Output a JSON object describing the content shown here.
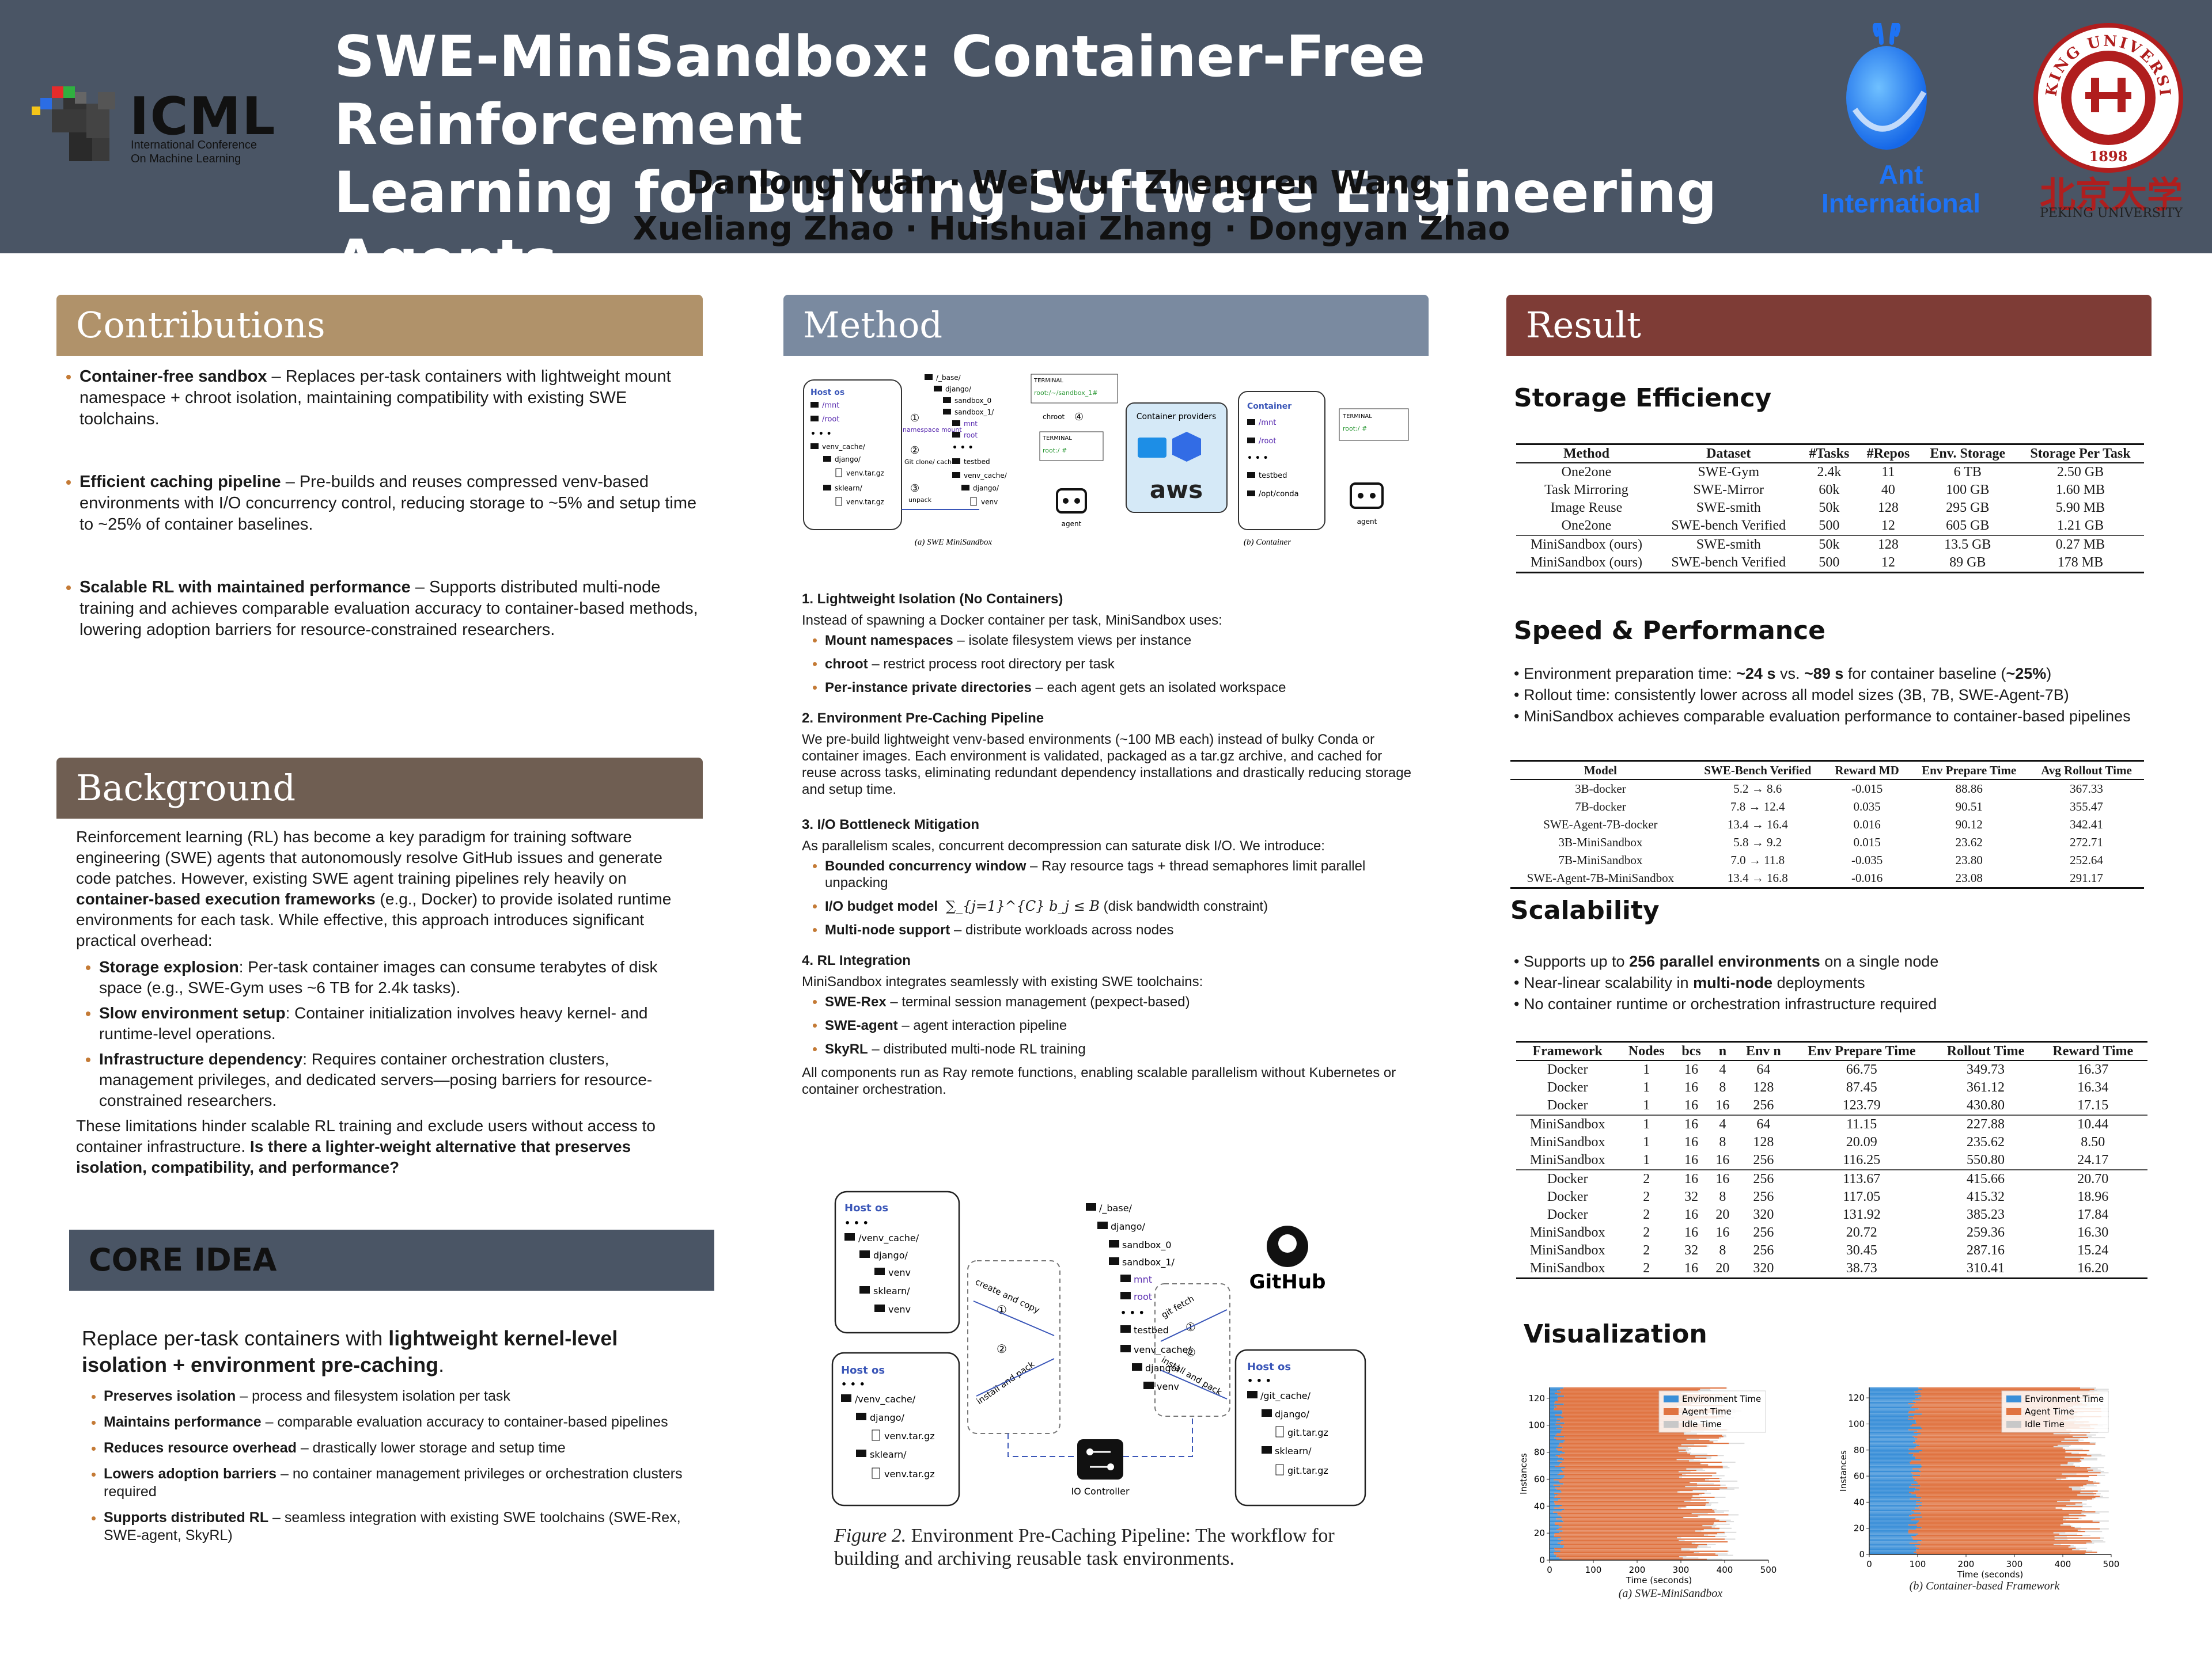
{
  "header": {
    "title_line1": "SWE-MiniSandbox: Container-Free Reinforcement",
    "title_line2": "Learning for Building Software Engineering Agents",
    "authors_line1": "Danlong Yuan · Wei Wu · Zhengren Wang ·",
    "authors_line2": "Xueliang Zhao · Huishuai Zhang · Dongyan Zhao",
    "icml_word": "ICML",
    "icml_sub1": "International Conference",
    "icml_sub2": "On Machine Learning",
    "ant_line1": "Ant",
    "ant_line2": "International",
    "pku_cn": "北京大学",
    "pku_en": "PEKING UNIVERSITY",
    "pku_ring": "PEKING UNIVERSITY",
    "pku_year": "1898",
    "colors": {
      "band": "#4a5565",
      "ant_blue": "#1e73f5",
      "pku_red": "#b01e1e"
    }
  },
  "contributions": {
    "heading": "Contributions",
    "items": [
      {
        "bold": "Container-free sandbox",
        "text": " – Replaces per-task containers with lightweight mount namespace + chroot isolation, maintaining compatibility with existing SWE toolchains."
      },
      {
        "bold": "Efficient caching pipeline",
        "text": " – Pre-builds and reuses compressed venv-based environments with I/O concurrency control, reducing storage to ~5% and setup time to ~25% of container baselines."
      },
      {
        "bold": "Scalable RL with maintained performance",
        "text": " – Supports distributed multi-node training and achieves comparable evaluation accuracy to container-based methods, lowering adoption barriers for resource-constrained researchers."
      }
    ]
  },
  "background": {
    "heading": "Background",
    "p1_a": "Reinforcement learning (RL) has become a key paradigm for training software engineering (SWE) agents that autonomously resolve GitHub issues and generate code patches. However, existing SWE agent training pipelines rely heavily on ",
    "p1_b": "container-based execution frameworks",
    "p1_c": " (e.g., Docker) to provide isolated runtime environments for each task. While effective, this approach introduces significant practical overhead:",
    "items": [
      {
        "bold": "Storage explosion",
        "text": ": Per-task container images can consume terabytes of disk space (e.g., SWE-Gym uses ~6 TB for 2.4k tasks)."
      },
      {
        "bold": "Slow environment setup",
        "text": ": Container initialization involves heavy kernel- and runtime-level operations."
      },
      {
        "bold": "Infrastructure dependency",
        "text": ": Requires container orchestration clusters, management privileges, and dedicated servers—posing barriers for resource-constrained researchers."
      }
    ],
    "p2_a": "These limitations hinder scalable RL training and exclude users without access to container infrastructure. ",
    "p2_b": "Is there a lighter-weight alternative that preserves isolation, compatibility, and performance?"
  },
  "core": {
    "heading": "CORE IDEA",
    "lead_a": "Replace per-task containers with ",
    "lead_b": "lightweight kernel-level isolation + environment pre-caching",
    "lead_c": ".",
    "items": [
      {
        "bold": "Preserves isolation",
        "text": " – process and filesystem isolation per task"
      },
      {
        "bold": "Maintains performance",
        "text": " – comparable evaluation accuracy to container-based pipelines"
      },
      {
        "bold": "Reduces resource overhead",
        "text": " – drastically lower storage and setup time"
      },
      {
        "bold": "Lowers adoption barriers",
        "text": " – no container management privileges or orchestration clusters required"
      },
      {
        "bold": "Supports distributed RL",
        "text": " – seamless integration with existing SWE toolchains (SWE-Rex, SWE-agent, SkyRL)"
      }
    ]
  },
  "method": {
    "heading": "Method",
    "fig1": {
      "host_os": "Host os",
      "mnt": "/mnt",
      "root": "/root",
      "dots": "• • •",
      "venv_cache": "venv_cache/",
      "django": "django/",
      "venv_tar": "venv.tar.gz",
      "sklearn": "sklearn/",
      "base": "/_base/",
      "django2": "django/",
      "sandbox0": "sandbox_0",
      "sandbox1": "sandbox_1/",
      "mnt2": "mnt",
      "root2": "root",
      "testbed": "testbed",
      "venv_cache2": "venv_cache/",
      "django3": "django/",
      "venv": "venv",
      "step1": "①",
      "step1_label": "namespace mount",
      "step2": "②",
      "step2_label": "Git clone/ cache",
      "step3": "③",
      "step3_label": "unpack",
      "chroot": "chroot",
      "step4": "④",
      "terminal": "TERMINAL",
      "prompt_sandbox": "root:/~/sandbox_1#",
      "prompt_root": "root:/ #",
      "agent": "agent",
      "container_providers": "Container providers",
      "aws": "aws",
      "container": "Container",
      "c_mnt": "/mnt",
      "c_root": "/root",
      "c_testbed": "testbed",
      "c_opt": "/opt/conda",
      "cap_a": "(a) SWE MiniSandbox",
      "cap_b": "(b) Container"
    },
    "s1_title": "1. Lightweight Isolation (No Containers)",
    "s1_intro": "Instead of spawning a Docker container per task, MiniSandbox uses:",
    "s1_items": [
      {
        "bold": "Mount namespaces",
        "text": " – isolate filesystem views per instance"
      },
      {
        "bold": "chroot",
        "text": " – restrict process root directory per task"
      },
      {
        "bold": "Per-instance private directories",
        "text": " – each agent gets an isolated workspace"
      }
    ],
    "s2_title": "2. Environment Pre-Caching Pipeline",
    "s2_text": "We pre-build lightweight venv-based environments (~100 MB each) instead of bulky Conda or container images. Each environment is validated, packaged as a tar.gz archive, and cached for reuse across tasks, eliminating redundant dependency installations and drastically reducing storage and setup time.",
    "s3_title": "3. I/O Bottleneck Mitigation",
    "s3_intro": "As parallelism scales, concurrent decompression can saturate disk I/O. We introduce:",
    "s3_items": [
      {
        "bold": "Bounded concurrency window",
        "text": " – Ray resource tags + thread semaphores limit parallel unpacking"
      },
      {
        "bold": "I/O budget model",
        "formula": "∑_{j=1}^{C} b_j ≤ B",
        "text": " (disk bandwidth constraint)"
      },
      {
        "bold": "Multi-node support",
        "text": " – distribute workloads across nodes"
      }
    ],
    "s4_title": "4. RL Integration",
    "s4_intro": "MiniSandbox integrates seamlessly with existing SWE toolchains:",
    "s4_items": [
      {
        "bold": "SWE-Rex",
        "text": " – terminal session management (pexpect-based)"
      },
      {
        "bold": "SWE-agent",
        "text": " – agent interaction pipeline"
      },
      {
        "bold": "SkyRL",
        "text": " – distributed multi-node RL training"
      }
    ],
    "s4_outro": "All components run as Ray remote functions, enabling scalable parallelism without Kubernetes or container orchestration.",
    "fig2": {
      "host_os_a": "Host os",
      "venv_cache": "/venv_cache/",
      "django": "django/",
      "venv": "venv",
      "sklearn": "sklearn/",
      "host_os_b": "Host os",
      "django_b": "django/",
      "venv_tar": "venv.tar.gz",
      "sklearn_b": "sklearn/",
      "base": "/_base/",
      "django_c": "django/",
      "sandbox0": "sandbox_0",
      "sandbox1": "sandbox_1/",
      "mnt": "mnt",
      "root": "root",
      "testbed": "testbed",
      "venv_cache_c": "venv_cache/",
      "django_d": "django/",
      "venv_c": "venv",
      "create_copy": "create and copy",
      "install_pack": "install and pack",
      "git_fetch": "git fetch",
      "install_pack2": "install and pack",
      "step1": "①",
      "step2": "②",
      "github": "GitHub",
      "host_os_c": "Host os",
      "git_cache": "/git_cache/",
      "django_e": "django/",
      "git_tar": "git.tar.gz",
      "sklearn_c": "sklearn/",
      "git_tar2": "git.tar.gz",
      "io_controller": "IO Controller",
      "dots": "• • •",
      "caption_lead": "Figure 2.",
      "caption": " Environment Pre-Caching Pipeline: The workflow for building and archiving reusable task environments."
    }
  },
  "result": {
    "heading": "Result",
    "storage": {
      "title": "Storage Efficiency",
      "headers": [
        "Method",
        "Dataset",
        "#Tasks",
        "#Repos",
        "Env. Storage",
        "Storage Per Task"
      ],
      "rows": [
        [
          "One2one",
          "SWE-Gym",
          "2.4k",
          "11",
          "6 TB",
          "2.50 GB"
        ],
        [
          "Task Mirroring",
          "SWE-Mirror",
          "60k",
          "40",
          "100 GB",
          "1.60 MB"
        ],
        [
          "Image Reuse",
          "SWE-smith",
          "50k",
          "128",
          "295 GB",
          "5.90 MB"
        ],
        [
          "One2one",
          "SWE-bench Verified",
          "500",
          "12",
          "605 GB",
          "1.21 GB"
        ],
        [
          "MiniSandbox (ours)",
          "SWE-smith",
          "50k",
          "128",
          "13.5 GB",
          "0.27 MB"
        ],
        [
          "MiniSandbox (ours)",
          "SWE-bench Verified",
          "500",
          "12",
          "89 GB",
          "178 MB"
        ]
      ]
    },
    "speed": {
      "title": "Speed & Performance",
      "b1_a": "• Environment preparation time: ",
      "b1_b": "~24 s",
      "b1_c": " vs. ",
      "b1_d": "~89 s",
      "b1_e": " for container baseline (",
      "b1_f": "~25%",
      "b1_g": ")",
      "b2": "• Rollout time: consistently lower across all model sizes (3B, 7B, SWE-Agent-7B)",
      "b3": "• MiniSandbox achieves comparable evaluation performance to container-based pipelines",
      "headers": [
        "Model",
        "SWE-Bench Verified",
        "Reward MD",
        "Env Prepare Time",
        "Avg Rollout Time"
      ],
      "rows": [
        [
          "3B-docker",
          "5.2 → 8.6",
          "-0.015",
          "88.86",
          "367.33"
        ],
        [
          "7B-docker",
          "7.8 → 12.4",
          "0.035",
          "90.51",
          "355.47"
        ],
        [
          "SWE-Agent-7B-docker",
          "13.4 → 16.4",
          "0.016",
          "90.12",
          "342.41"
        ],
        [
          "3B-MiniSandbox",
          "5.8 → 9.2",
          "0.015",
          "23.62",
          "272.71"
        ],
        [
          "7B-MiniSandbox",
          "7.0 → 11.8",
          "-0.035",
          "23.80",
          "252.64"
        ],
        [
          "SWE-Agent-7B-MiniSandbox",
          "13.4 → 16.8",
          "-0.016",
          "23.08",
          "291.17"
        ]
      ]
    },
    "scal": {
      "title": "Scalability",
      "b1_a": "• Supports up to ",
      "b1_b": "256 parallel environments",
      "b1_c": " on a single node",
      "b2_a": "• Near-linear scalability in ",
      "b2_b": "multi-node",
      "b2_c": " deployments",
      "b3": "• No container runtime or orchestration infrastructure required",
      "headers": [
        "Framework",
        "Nodes",
        "bcs",
        "n",
        "Env n",
        "Env Prepare Time",
        "Rollout Time",
        "Reward Time"
      ],
      "rows": [
        [
          "Docker",
          "1",
          "16",
          "4",
          "64",
          "66.75",
          "349.73",
          "16.37"
        ],
        [
          "Docker",
          "1",
          "16",
          "8",
          "128",
          "87.45",
          "361.12",
          "16.34"
        ],
        [
          "Docker",
          "1",
          "16",
          "16",
          "256",
          "123.79",
          "430.80",
          "17.15"
        ],
        [
          "MiniSandbox",
          "1",
          "16",
          "4",
          "64",
          "11.15",
          "227.88",
          "10.44"
        ],
        [
          "MiniSandbox",
          "1",
          "16",
          "8",
          "128",
          "20.09",
          "235.62",
          "8.50"
        ],
        [
          "MiniSandbox",
          "1",
          "16",
          "16",
          "256",
          "116.25",
          "550.80",
          "24.17"
        ],
        [
          "Docker",
          "2",
          "16",
          "16",
          "256",
          "113.67",
          "415.66",
          "20.70"
        ],
        [
          "Docker",
          "2",
          "32",
          "8",
          "256",
          "117.05",
          "415.32",
          "18.96"
        ],
        [
          "Docker",
          "2",
          "16",
          "20",
          "320",
          "131.92",
          "385.23",
          "17.84"
        ],
        [
          "MiniSandbox",
          "2",
          "16",
          "16",
          "256",
          "20.72",
          "259.36",
          "16.30"
        ],
        [
          "MiniSandbox",
          "2",
          "32",
          "8",
          "256",
          "30.45",
          "287.16",
          "15.24"
        ],
        [
          "MiniSandbox",
          "2",
          "16",
          "20",
          "320",
          "38.73",
          "310.41",
          "16.20"
        ]
      ]
    },
    "viz_title": "Visualization"
  },
  "chart_data": [
    {
      "type": "bar",
      "orientation": "horizontal-stacked",
      "caption": "(a) SWE-MiniSandbox",
      "xlabel": "Time (seconds)",
      "ylabel": "Instances",
      "xlim": [
        0,
        500
      ],
      "ylim": [
        0,
        128
      ],
      "xticks": [
        0,
        100,
        200,
        300,
        400,
        500
      ],
      "yticks": [
        0,
        20,
        40,
        60,
        80,
        100,
        120
      ],
      "legend": [
        "Environment Time",
        "Agent Time",
        "Idle Time"
      ],
      "legend_position": "top-right",
      "colors": {
        "env": "#3a8fd8",
        "agent": "#e07340",
        "idle": "#c8c8c8"
      },
      "env_time_range": [
        8,
        35
      ],
      "agent_end_range": [
        290,
        410
      ]
    },
    {
      "type": "bar",
      "orientation": "horizontal-stacked",
      "caption": "(b) Container-based Framework",
      "xlabel": "Time (seconds)",
      "ylabel": "Instances",
      "xlim": [
        0,
        500
      ],
      "ylim": [
        0,
        128
      ],
      "xticks": [
        0,
        100,
        200,
        300,
        400,
        500
      ],
      "yticks": [
        0,
        20,
        40,
        60,
        80,
        100,
        120
      ],
      "legend": [
        "Environment Time",
        "Agent Time",
        "Idle Time"
      ],
      "legend_position": "top-right",
      "colors": {
        "env": "#3a8fd8",
        "agent": "#e07340",
        "idle": "#c8c8c8"
      },
      "env_time_range": [
        80,
        110
      ],
      "agent_end_range": [
        380,
        480
      ]
    }
  ]
}
